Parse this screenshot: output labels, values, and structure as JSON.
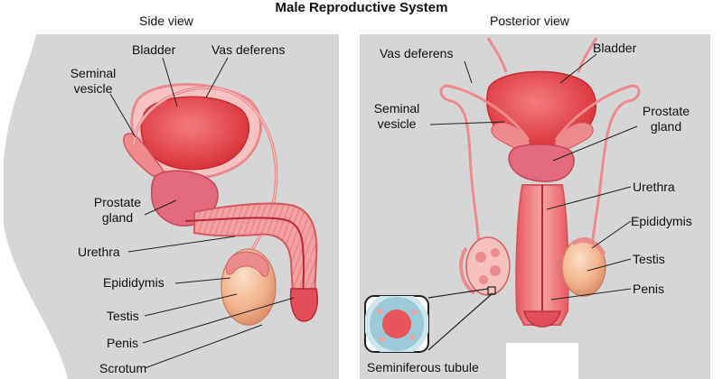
{
  "figure": {
    "title": "Male Reproductive System",
    "side_view": {
      "subtitle": "Side view",
      "labels": {
        "bladder": "Bladder",
        "vas_deferens": "Vas deferens",
        "seminal_vesicle": [
          "Seminal",
          "vesicle"
        ],
        "prostate_gland": [
          "Prostate",
          "gland"
        ],
        "urethra": "Urethra",
        "epididymis": "Epididymis",
        "testis": "Testis",
        "penis": "Penis",
        "scrotum": "Scrotum"
      }
    },
    "posterior_view": {
      "subtitle": "Posterior view",
      "labels": {
        "vas_deferens": "Vas deferens",
        "bladder": "Bladder",
        "seminal_vesicle": [
          "Seminal",
          "vesicle"
        ],
        "prostate_gland": [
          "Prostate",
          "gland"
        ],
        "urethra": "Urethra",
        "epididymis": "Epididymis",
        "testis": "Testis",
        "penis": "Penis",
        "seminiferous_tubule": "Seminiferous tubule"
      }
    },
    "colors": {
      "body_silhouette": "#d6d6d6",
      "tissue_pink": "#f3a6a6",
      "tissue_red": "#e8545a",
      "bladder_fill": "#e23b3f",
      "testis_fill": "#f2b48e",
      "leader_line": "#222222"
    }
  }
}
